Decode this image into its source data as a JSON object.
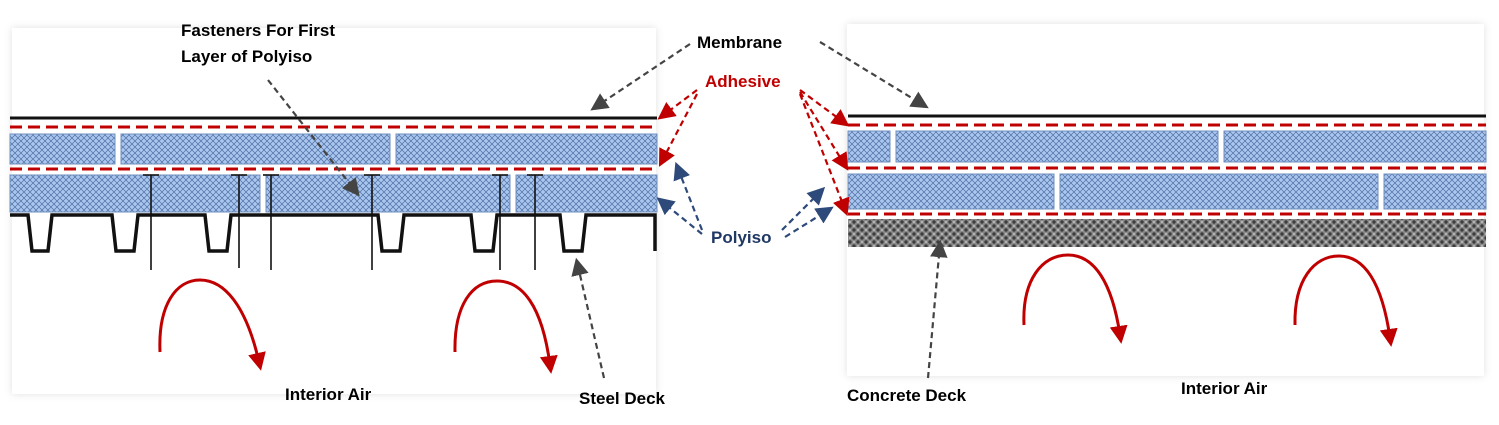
{
  "colors": {
    "polyiso_fill": "#9fbfe8",
    "polyiso_stroke": "#6f8fbf",
    "adhesive": "#c00000",
    "membrane": "#111111",
    "pointer_gray": "#444444",
    "pointer_red": "#c00000",
    "pointer_blue": "#2e4a7a",
    "airflow_arrow": "#c00000",
    "concrete": "#777777"
  },
  "labels": {
    "fasteners_line1": "Fasteners For First",
    "fasteners_line2": "Layer of Polyiso",
    "membrane": "Membrane",
    "adhesive": "Adhesive",
    "polyiso": "Polyiso",
    "interior_air_left": "Interior Air",
    "steel_deck": "Steel Deck",
    "concrete_deck": "Concrete Deck",
    "interior_air_right": "Interior Air"
  },
  "icons": {
    "airflow": "curved-arrow-icon"
  }
}
